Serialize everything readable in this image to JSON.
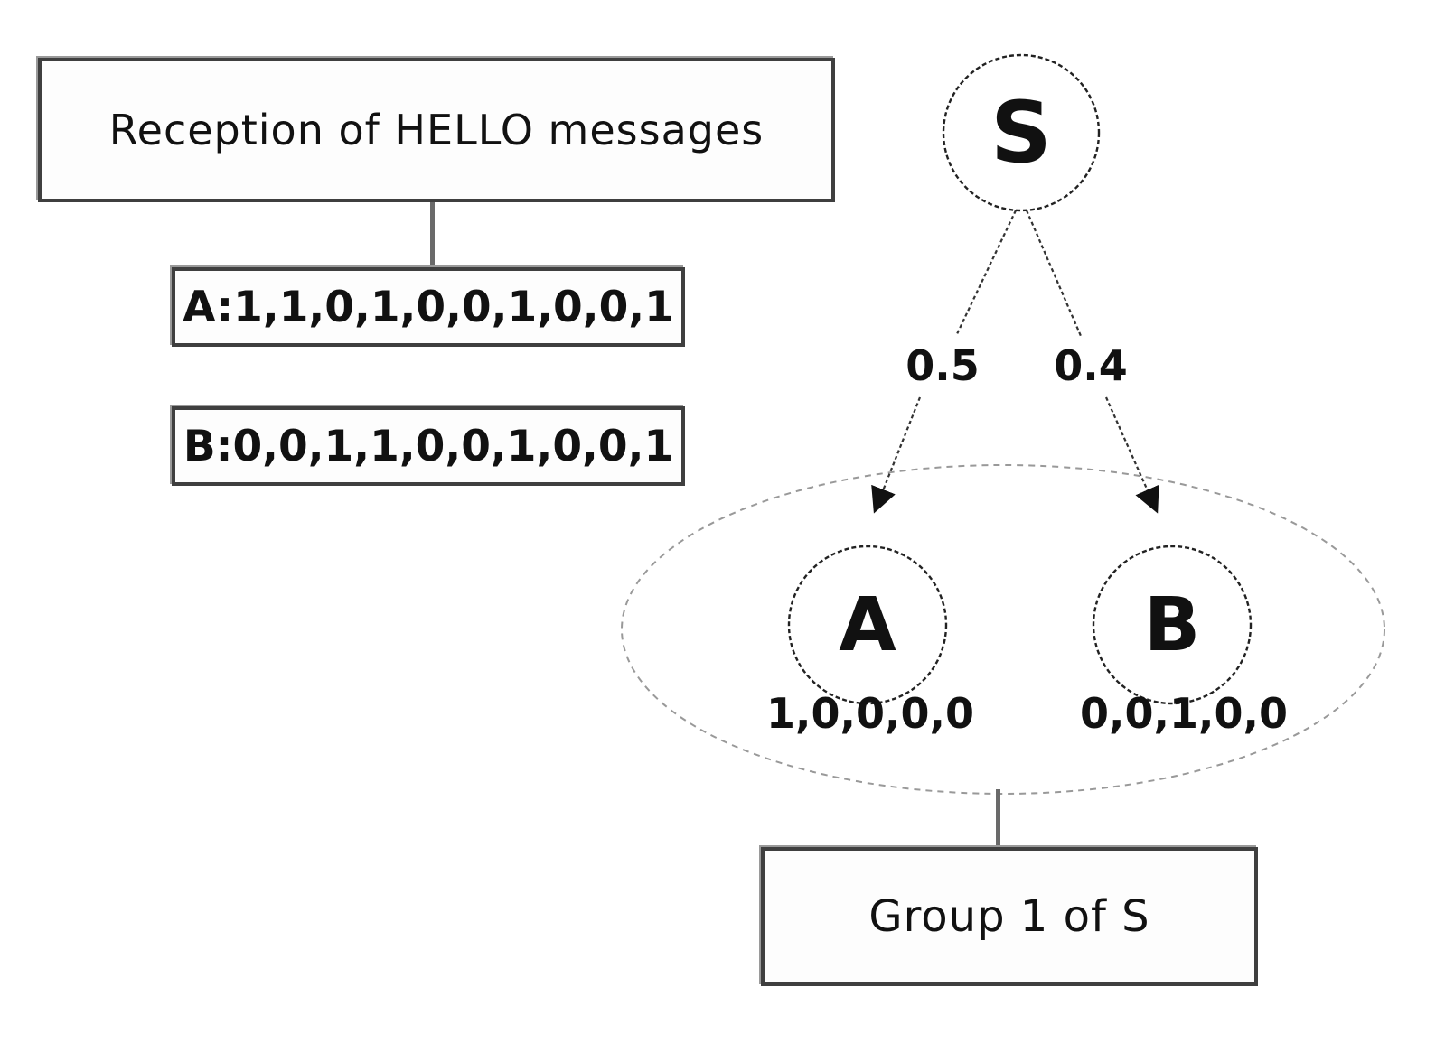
{
  "figure": {
    "reception_label": "Reception of HELLO messages",
    "hello_sequence_a": "A:1,1,0,1,0,0,1,0,0,1",
    "hello_sequence_b": "B:0,0,1,1,0,0,1,0,0,1",
    "node_s": "S",
    "node_a": "A",
    "node_b": "B",
    "link_probability_s_a": "0.5",
    "link_probability_s_b": "0.4",
    "recent_bits_a": "1,0,0,0,0",
    "recent_bits_b": "0,0,1,0,0",
    "group_label": "Group 1 of S"
  },
  "colors": {
    "ink": "#111111",
    "box_border": "#3f3f3f",
    "node_stroke": "#222222",
    "edge_stroke": "#333333",
    "ellipse_stroke": "#999999",
    "background": "#ffffff"
  }
}
